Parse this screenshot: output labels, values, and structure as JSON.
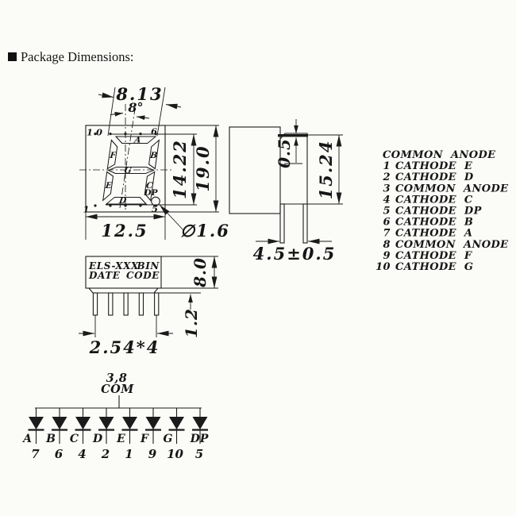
{
  "header": {
    "section_title": "Package Dimensions:"
  },
  "front_view": {
    "dim_digit_width": "8.13",
    "dim_slant_angle": "8°",
    "dim_digit_height": "14.22",
    "dim_body_height": "19.0",
    "dim_body_width": "12.5",
    "dim_dp_diameter": "∅1.6",
    "pin_top_left": "10",
    "pin_top_right": "6",
    "pin_bottom_left": "1",
    "pin_bottom_right": "5",
    "segment_labels": {
      "a": "A",
      "b": "B",
      "c": "C",
      "d": "D",
      "e": "E",
      "f": "F",
      "g": "G",
      "dp": "DP"
    }
  },
  "side_view": {
    "dim_lead_thickness": "0.5",
    "dim_pcb_height": "15.24",
    "dim_pin_length": "4.5±0.5"
  },
  "bottom_view": {
    "marking": {
      "model": "ELS-XXX",
      "bin": "BIN",
      "date": "DATE",
      "code": "CODE"
    },
    "dim_body": "8.0",
    "dim_standoff": "1.2",
    "dim_pin_pitch": "2.54*4"
  },
  "pin_functions": {
    "title": "COMMON ANODE",
    "rows": [
      {
        "pin": "1",
        "function": "CATHODE E"
      },
      {
        "pin": "2",
        "function": "CATHODE D"
      },
      {
        "pin": "3",
        "function": "COMMON ANODE"
      },
      {
        "pin": "4",
        "function": "CATHODE C"
      },
      {
        "pin": "5",
        "function": "CATHODE DP"
      },
      {
        "pin": "6",
        "function": "CATHODE B"
      },
      {
        "pin": "7",
        "function": "CATHODE A"
      },
      {
        "pin": "8",
        "function": "COMMON ANODE"
      },
      {
        "pin": "9",
        "function": "CATHODE F"
      },
      {
        "pin": "10",
        "function": "CATHODE G"
      }
    ]
  },
  "circuit": {
    "common_pins": "3,8",
    "common_label": "COM",
    "diodes": [
      {
        "segment": "A",
        "pin": "7"
      },
      {
        "segment": "B",
        "pin": "6"
      },
      {
        "segment": "C",
        "pin": "4"
      },
      {
        "segment": "D",
        "pin": "2"
      },
      {
        "segment": "E",
        "pin": "1"
      },
      {
        "segment": "F",
        "pin": "9"
      },
      {
        "segment": "G",
        "pin": "10"
      },
      {
        "segment": "DP",
        "pin": "5"
      }
    ]
  }
}
